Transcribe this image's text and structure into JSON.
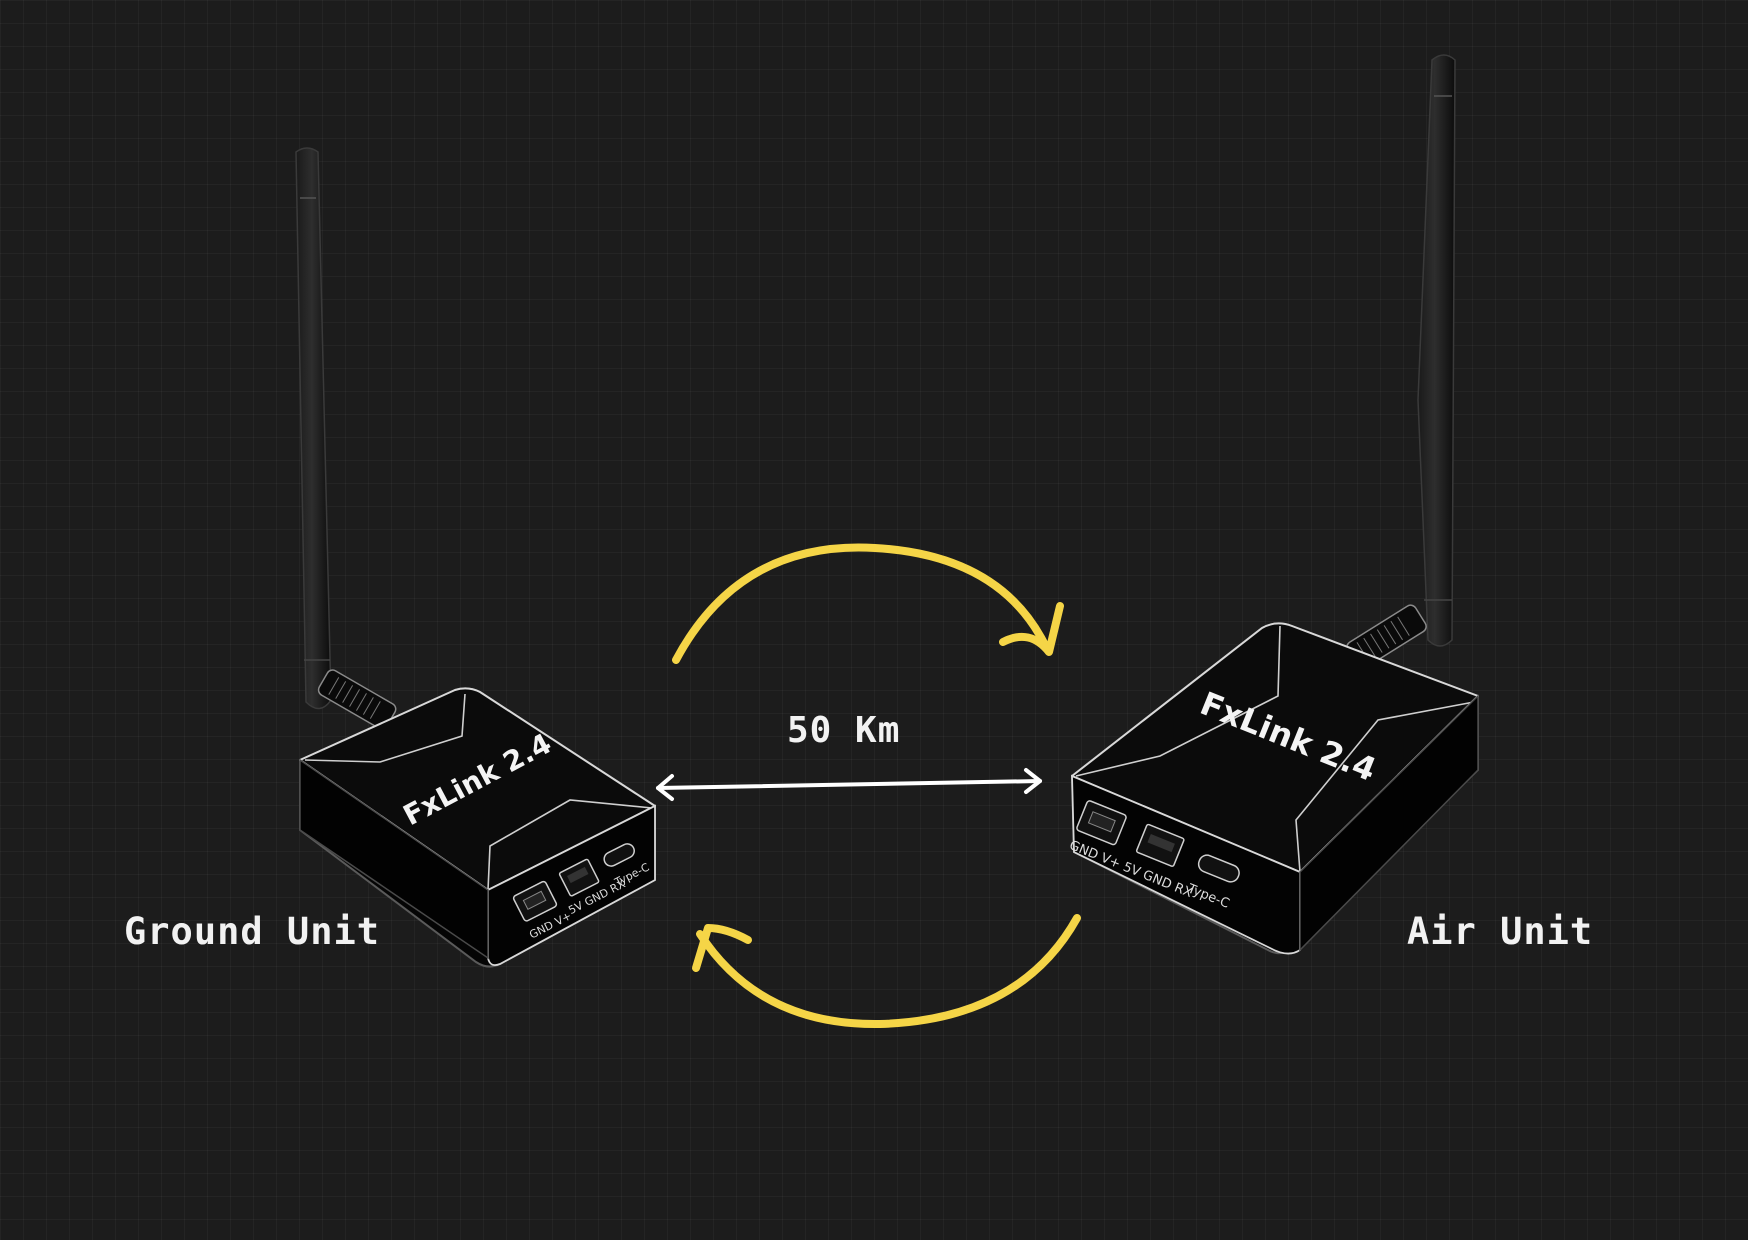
{
  "diagram": {
    "ground_unit_label": "Ground Unit",
    "air_unit_label": "Air Unit",
    "distance_label": "50 Km"
  },
  "devices": {
    "ground": {
      "brand": "FxLink 2.4",
      "ports": [
        "GND V+",
        "5V GND RX",
        "Type-C"
      ]
    },
    "air": {
      "brand": "FxLink 2.4",
      "ports": [
        "GND V+",
        "5V GND RX",
        "Type-C"
      ]
    }
  },
  "colors": {
    "background": "#1c1c1c",
    "accent_arrow": "#f5d547",
    "distance_arrow": "#ffffff",
    "device_body": "#050505",
    "device_edge": "#e6e6e6"
  }
}
